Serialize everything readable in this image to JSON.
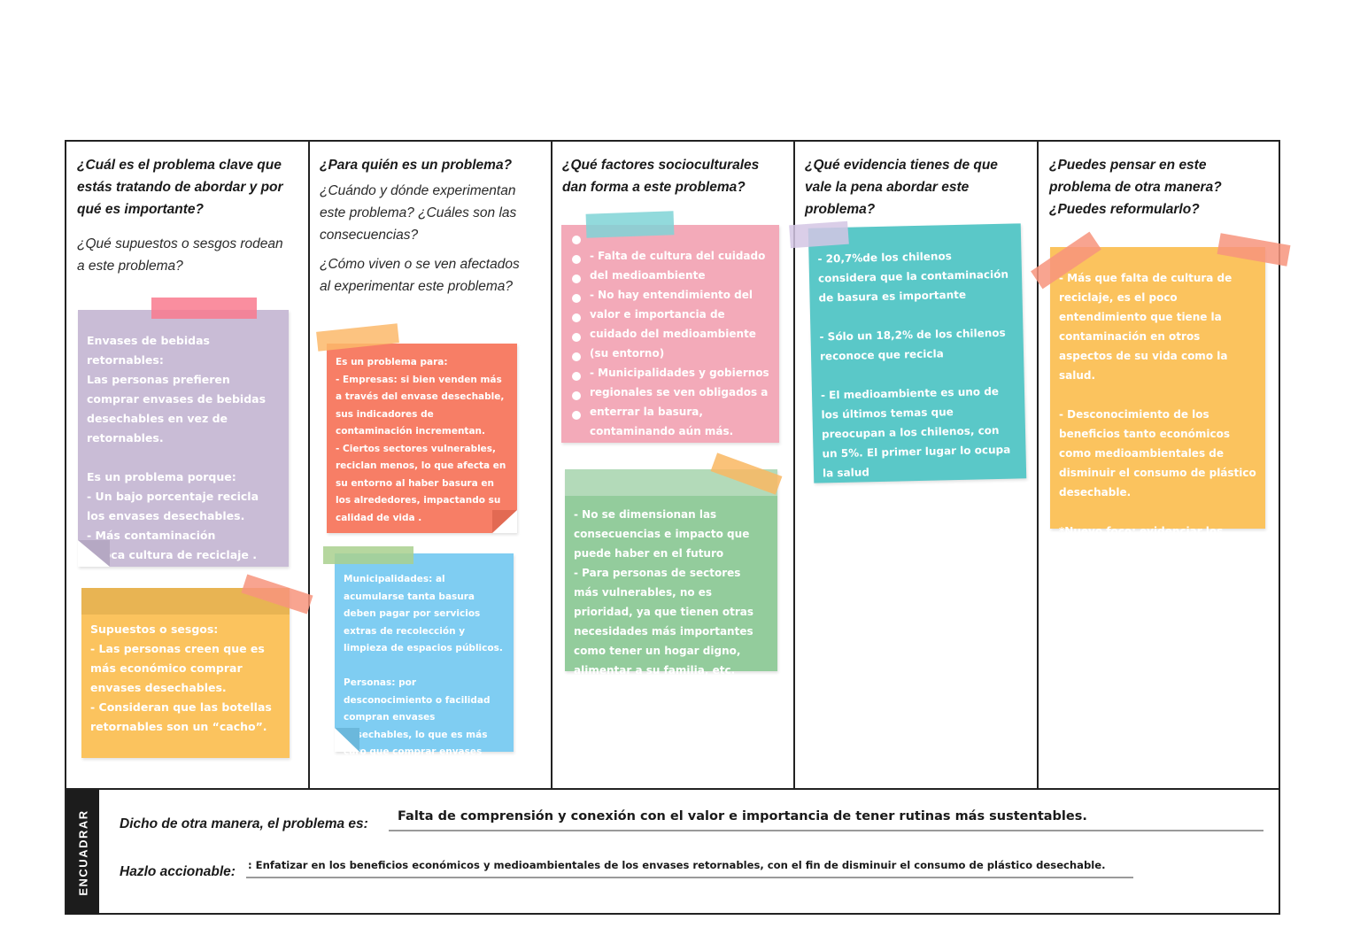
{
  "columns": [
    {
      "question": "¿Cuál es el problema clave que estás tratando de abordar y por qué es importante?",
      "sub_questions": [
        "¿Qué supuestos o sesgos rodean a este problema?"
      ],
      "notes": [
        {
          "text": "Envases de bebidas retornables:\nLas personas prefieren comprar envases de bebidas desechables en vez de retornables.\n\nEs un problema porque:\n- Un bajo porcentaje recicla los envases desechables.\n- Más contaminación\n- Poca cultura de reciclaje .",
          "color": "#c9bcd6"
        },
        {
          "text": "Supuestos o sesgos:\n- Las personas creen que es más económico comprar envases desechables.\n- Consideran que las botellas retornables son un “cacho”.",
          "color": "#fbc35e"
        }
      ]
    },
    {
      "question": "¿Para quién es un problema?",
      "sub_questions": [
        "¿Cuándo y dónde experimentan este problema? ¿Cuáles son las consecuencias?",
        "¿Cómo viven o se ven afectados al experimentar este problema?"
      ],
      "notes": [
        {
          "text": "Es un problema para:\n- Empresas: si bien venden más a través del envase desechable, sus indicadores de contaminación incrementan.\n- Ciertos sectores vulnerables, reciclan menos, lo que afecta en su entorno al haber basura en los alrededores, impactando su calidad de vida .",
          "color": "#f77e66"
        },
        {
          "text": "Municipalidades: al acumularse tanta basura deben pagar por servicios extras de recolección y limpieza de espacios públicos.\n\nPersonas: por desconocimiento o facilidad compran envases desechables, lo que es más caro que comprar envases retornables.",
          "color": "#7fcdf2"
        }
      ]
    },
    {
      "question": "¿Qué factores socioculturales dan forma a este problema?",
      "sub_questions": [],
      "notes": [
        {
          "text": "- Falta de cultura del cuidado del medioambiente\n- No hay entendimiento del valor e importancia de cuidado del medioambiente (su entorno)\n- Municipalidades y gobiernos regionales se ven obligados a enterrar la basura, contaminando aún más.",
          "color": "#f3aab9"
        },
        {
          "text": "- No se dimensionan las consecuencias e impacto que puede haber en el futuro\n- Para personas de sectores más vulnerables, no es prioridad, ya que tienen otras necesidades más importantes como tener un hogar digno, alimentar a su familia, etc.",
          "color": "#93cc9c"
        }
      ]
    },
    {
      "question": "¿Qué evidencia tienes de que vale la pena abordar este problema?",
      "sub_questions": [],
      "notes": [
        {
          "text": "- 20,7%de los chilenos considera que la contaminación de basura es importante\n\n- Sólo un 18,2% de los chilenos reconoce que recicla\n\n- El medioambiente es uno de los últimos temas que preocupan a los chilenos, con un 5%. El primer lugar lo ocupa la salud",
          "color": "#5ac8c8"
        }
      ]
    },
    {
      "question": "¿Puedes pensar en este problema de otra manera? ¿Puedes reformularlo?",
      "sub_questions": [],
      "notes": [
        {
          "text": "- Más que falta de cultura de reciclaje, es el poco entendimiento que tiene la contaminación en otros aspectos de su vida como la salud.\n\n- Desconocimiento de los beneficios tanto económicos como medioambientales de disminuir el consumo de plástico desechable.\n\n*Nuevo foco: evidenciar los beneficios y no las consecuencias.",
          "color": "#fbc35e"
        }
      ]
    }
  ],
  "framing": {
    "side_label": "ENCUADRAR",
    "reframe_label": "Dicho de otra manera, el problema es:",
    "reframe_value": "Falta de comprensión y conexión con el valor e importancia de tener rutinas más sustentables.",
    "action_label": "Hazlo accionable:",
    "action_value": ": Enfatizar en los beneficios económicos y medioambientales de los envases retornables, con el fin de disminuir el consumo de plástico desechable."
  }
}
